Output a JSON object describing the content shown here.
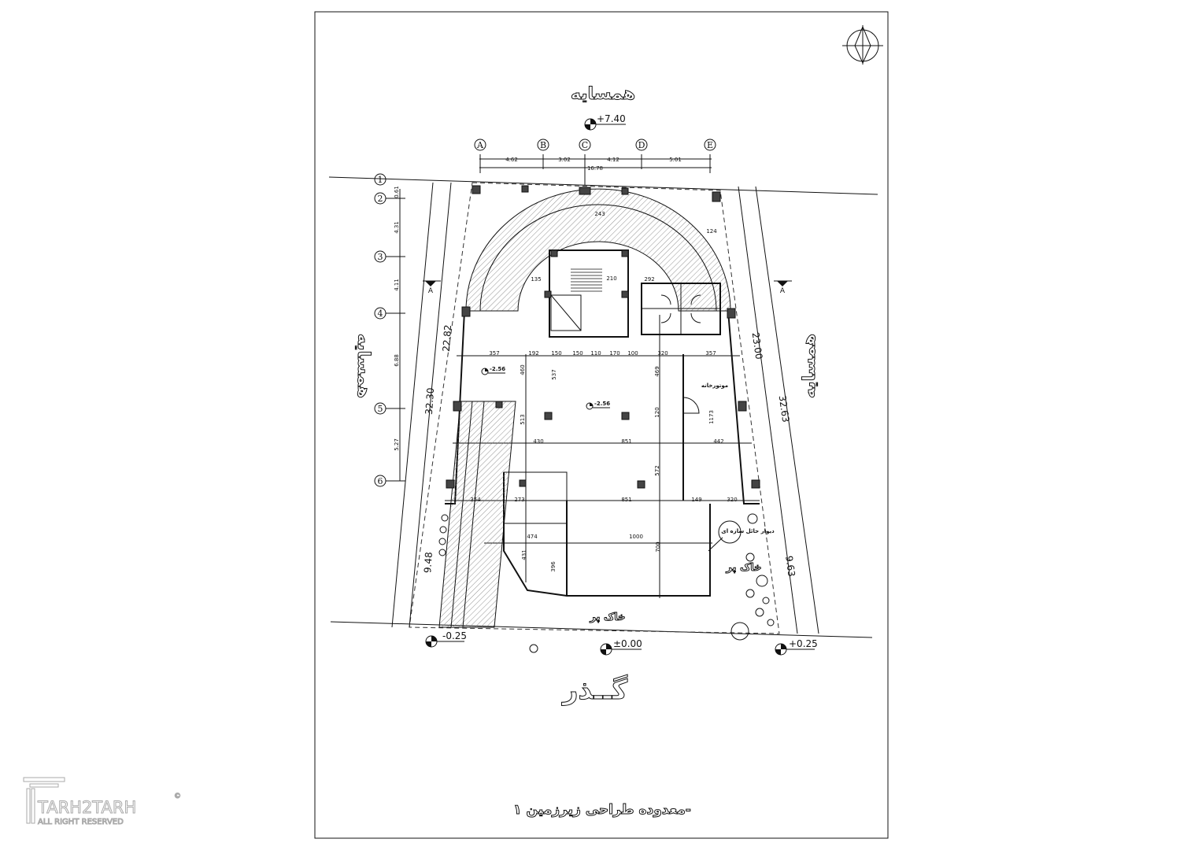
{
  "drawing": {
    "title": "معدوده طراحی زیرزمین ۱-",
    "neighbor_label": "همسایه",
    "street_label": "گــذر",
    "fill_soil_label": "خاک پر",
    "engine_room_label": "موتورخانه",
    "retaining_wall_label": "دیوار حائل سازه ای",
    "section_mark": "A"
  },
  "levels": {
    "top": "+7.40",
    "room_left": "-2.56",
    "room_center": "-2.56",
    "bottom_left": "-0.25",
    "bottom_center": "±0.00",
    "bottom_right": "+0.25"
  },
  "grid_axes": {
    "letters": [
      "A",
      "B",
      "C",
      "D",
      "E"
    ],
    "numbers": [
      "1",
      "2",
      "3",
      "4",
      "5",
      "6"
    ],
    "letter_spacings": [
      "4.62",
      "3.02",
      "4.12",
      "5.01"
    ],
    "letter_total": "16.78",
    "number_spacings": [
      "0.61",
      "4.31",
      "4.11",
      "6.88",
      "5.27"
    ]
  },
  "site_dimensions": {
    "left_inner": "22.82",
    "left_outer": "32.30",
    "left_lower": "9.48",
    "right_inner": "23.00",
    "right_outer": "32.63",
    "right_lower": "9.63"
  },
  "plan_dimensions": [
    "357",
    "192",
    "150",
    "150",
    "110",
    "170",
    "100",
    "320",
    "357",
    "460",
    "537",
    "469",
    "513",
    "430",
    "851",
    "442",
    "1173",
    "120",
    "572",
    "243",
    "124",
    "135",
    "210",
    "292",
    "474",
    "1000",
    "700",
    "431",
    "396",
    "273",
    "354",
    "851",
    "149",
    "320"
  ],
  "logo": {
    "brand": "TARH2TARH",
    "tagline": "ALL RIGHT RESERVED",
    "mark": "©"
  }
}
